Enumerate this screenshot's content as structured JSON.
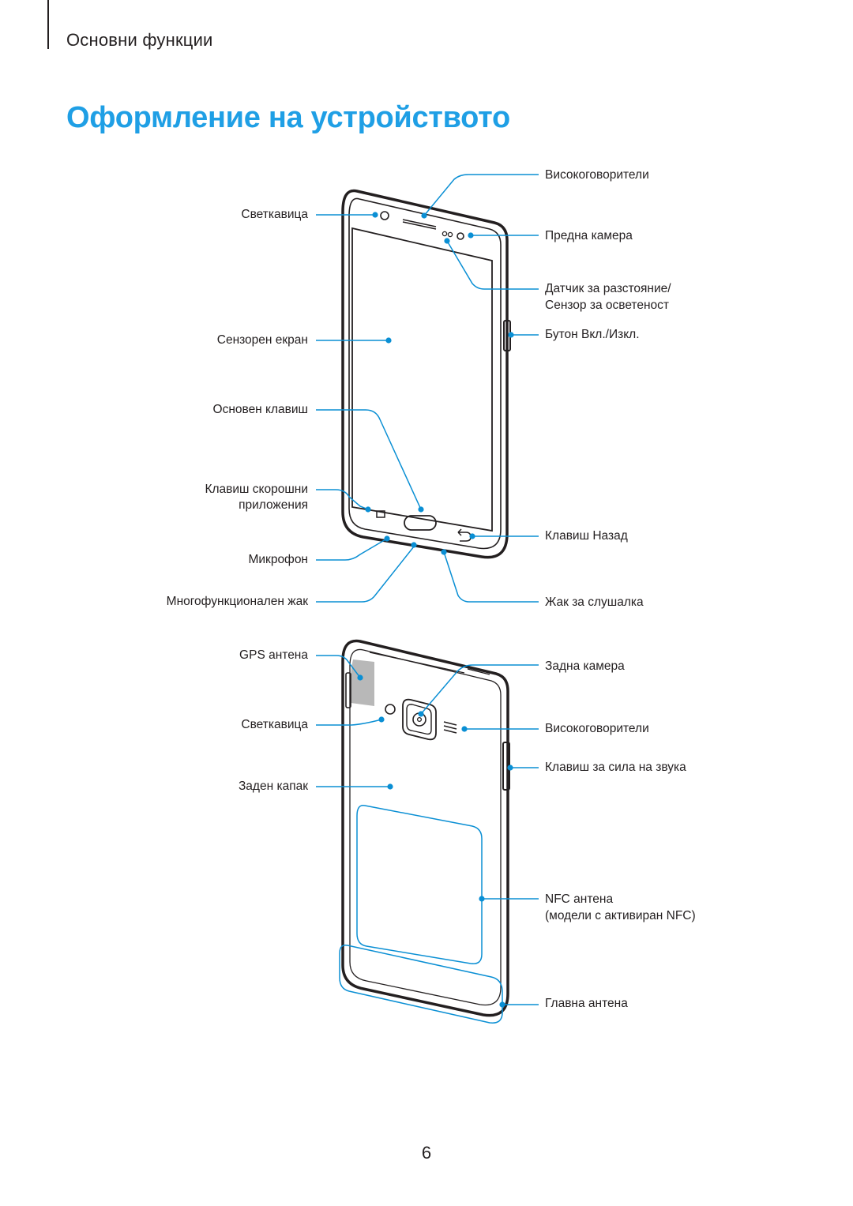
{
  "header": {
    "section": "Основни функции"
  },
  "title": "Оформление на устройството",
  "front": {
    "left_labels": {
      "flash": "Светкавица",
      "touchscreen": "Сензорен екран",
      "home_key": "Основен клавиш",
      "recent_apps_line1": "Клавиш скорошни",
      "recent_apps_line2": "приложения",
      "microphone": "Микрофон",
      "multipurpose_jack": "Многофункционален жак"
    },
    "right_labels": {
      "speaker": "Високоговорители",
      "front_camera": "Предна камера",
      "proximity_line1": "Датчик за разстояние/",
      "proximity_line2": "Сензор за осветеност",
      "power_key": "Бутон Вкл./Изкл.",
      "back_key": "Клавиш Назад",
      "earphone_jack": "Жак за слушалка"
    }
  },
  "back": {
    "left_labels": {
      "gps_antenna": "GPS антена",
      "flash": "Светкавица",
      "back_cover": "Заден капак"
    },
    "right_labels": {
      "rear_camera": "Задна камера",
      "speaker": "Високоговорители",
      "volume_key": "Клавиш за сила на звука",
      "nfc_line1": "NFC антена",
      "nfc_line2": "(модели с активиран NFC)",
      "main_antenna": "Главна антена"
    }
  },
  "page_number": "6",
  "colors": {
    "accent": "#1f9fe5",
    "callout": "#0a8fd4",
    "text": "#231f20",
    "gps_patch": "#b8b8b8"
  }
}
